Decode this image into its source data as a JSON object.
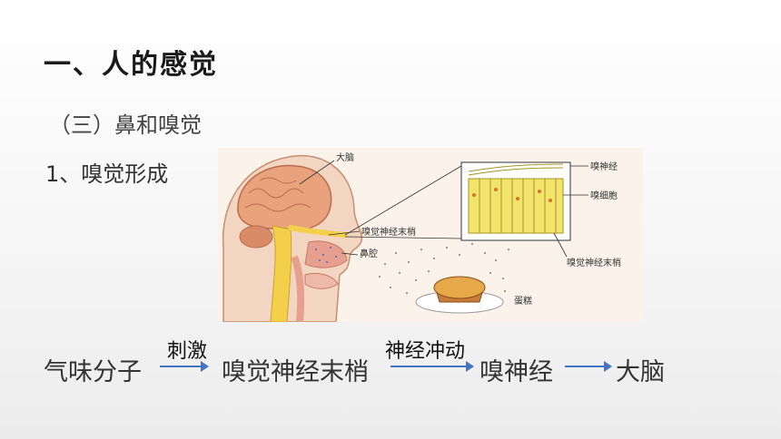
{
  "slide": {
    "title": "一、人的感觉",
    "subtitle": "（三）鼻和嗅觉",
    "section": "1、嗅觉形成"
  },
  "figure": {
    "labels": {
      "brain": "大脑",
      "olfactory_nerve_ending": "嗅觉神经末梢",
      "nasal_cavity": "鼻腔",
      "cake": "蛋糕",
      "olfactory_nerve": "嗅神经",
      "olfactory_cell": "嗅细胞",
      "inset_nerve_ending": "嗅觉神经末梢"
    }
  },
  "flow": {
    "step1": "气味分子",
    "edge1": "刺激",
    "step2": "嗅觉神经末梢",
    "edge2": "神经冲动",
    "step3": "嗅神经",
    "step4": "大脑"
  },
  "colors": {
    "arrow": "#4472c4",
    "brain": "#e8a27c",
    "nerve": "#f4d04a",
    "nasal": "#e7a090"
  }
}
